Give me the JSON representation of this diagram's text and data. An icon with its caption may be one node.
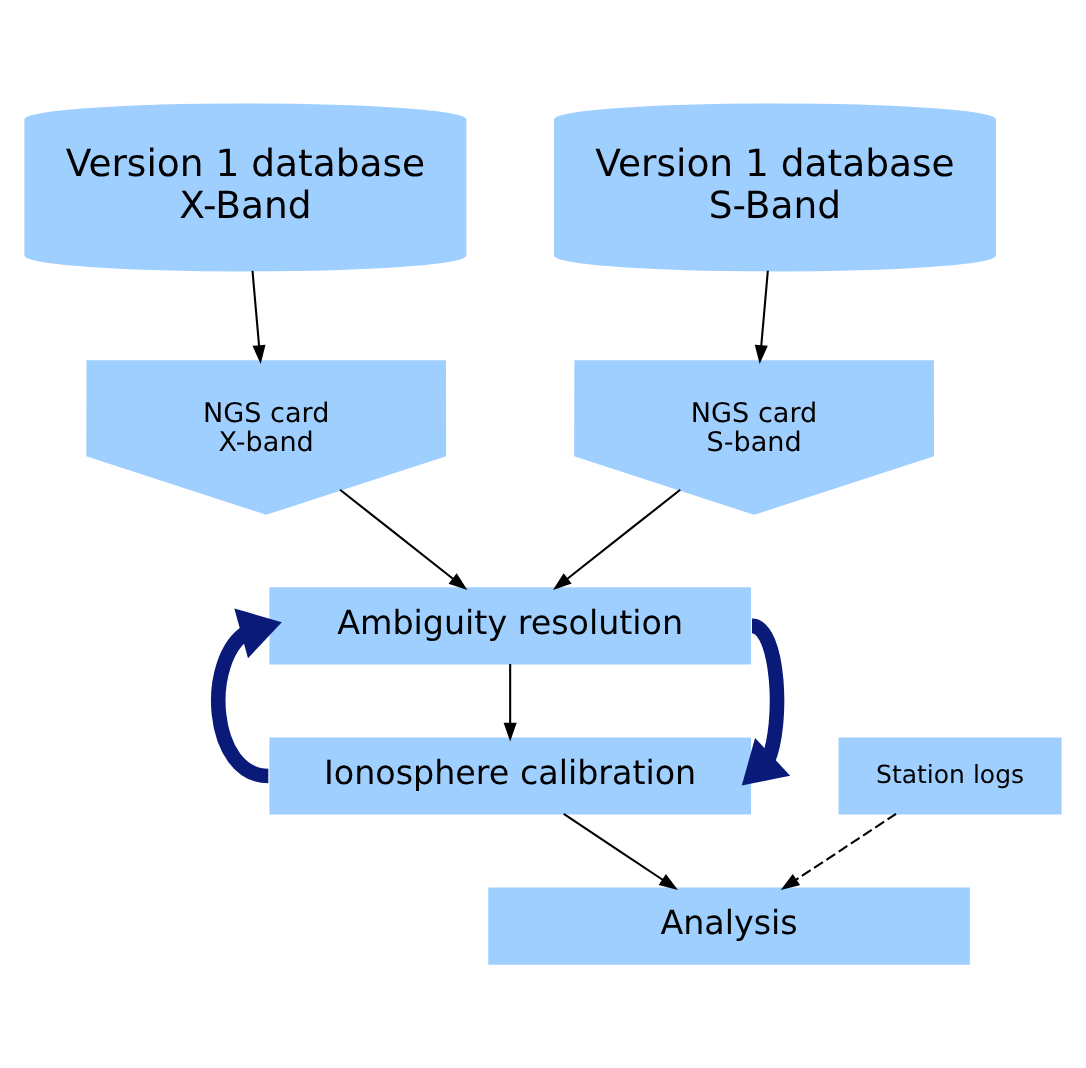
{
  "diagram": {
    "nodes": [
      {
        "text": [
          "Version 1 database X-Band"
        ]
      },
      {
        "text": [
          "Version 1 database S-Band"
        ]
      },
      {
        "text": [
          "NGS card X-band"
        ]
      },
      {
        "text": [
          "NGS card S-band"
        ]
      },
      {
        "text": [
          "Ambiguity resolution"
        ]
      },
      {
        "text": [
          "Ionosphere calibration"
        ]
      },
      {
        "text": [
          "Station logs"
        ]
      },
      {
        "text": [
          "Analysis"
        ]
      }
    ],
    "edges": [
      {
        "from": 0,
        "to": 2,
        "arrow": "to"
      },
      {
        "from": 1,
        "to": 3,
        "arrow": "to"
      },
      {
        "from": 2,
        "to": 4,
        "arrow": "to"
      },
      {
        "from": 3,
        "to": 4,
        "arrow": "to"
      },
      {
        "from": 4,
        "to": 5,
        "arrow": "to"
      },
      {
        "from": 5,
        "to": 4,
        "arrow": "to",
        "style": "thick",
        "color": "#0a1a78"
      },
      {
        "from": 4,
        "to": 5,
        "arrow": "to",
        "style": "thick",
        "color": "#0a1a78"
      },
      {
        "from": 5,
        "to": 7,
        "arrow": "to"
      },
      {
        "from": 6,
        "to": 7,
        "arrow": "to",
        "style": "dashed"
      }
    ]
  }
}
